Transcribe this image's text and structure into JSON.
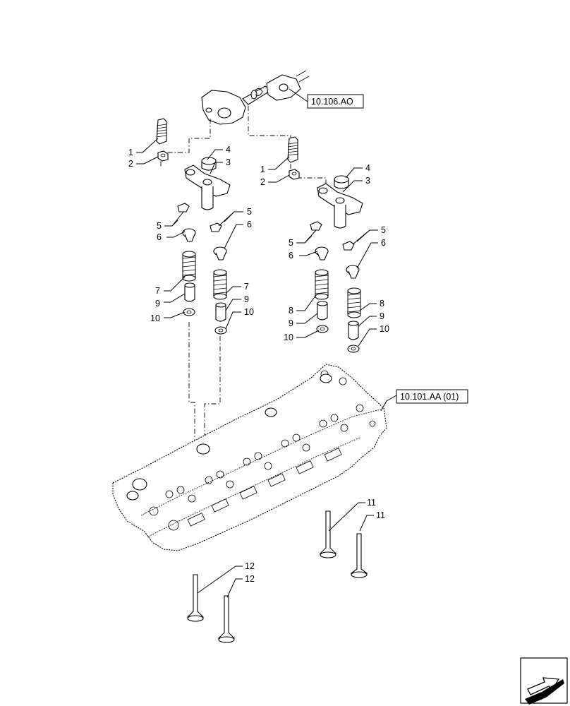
{
  "references": {
    "top": "10.106.AO",
    "right": "10.101.AA (01)"
  },
  "callouts": {
    "left_group": [
      "1",
      "2",
      "4",
      "3",
      "5",
      "6",
      "5",
      "6",
      "7",
      "9",
      "10",
      "7",
      "9",
      "10"
    ],
    "right_group": [
      "1",
      "2",
      "4",
      "3",
      "5",
      "6",
      "5",
      "6",
      "8",
      "9",
      "10",
      "8",
      "9",
      "10"
    ],
    "valves_11": [
      "11",
      "11"
    ],
    "valves_12": [
      "12",
      "12"
    ]
  },
  "icons": [
    "navigation-arrow-icon"
  ]
}
